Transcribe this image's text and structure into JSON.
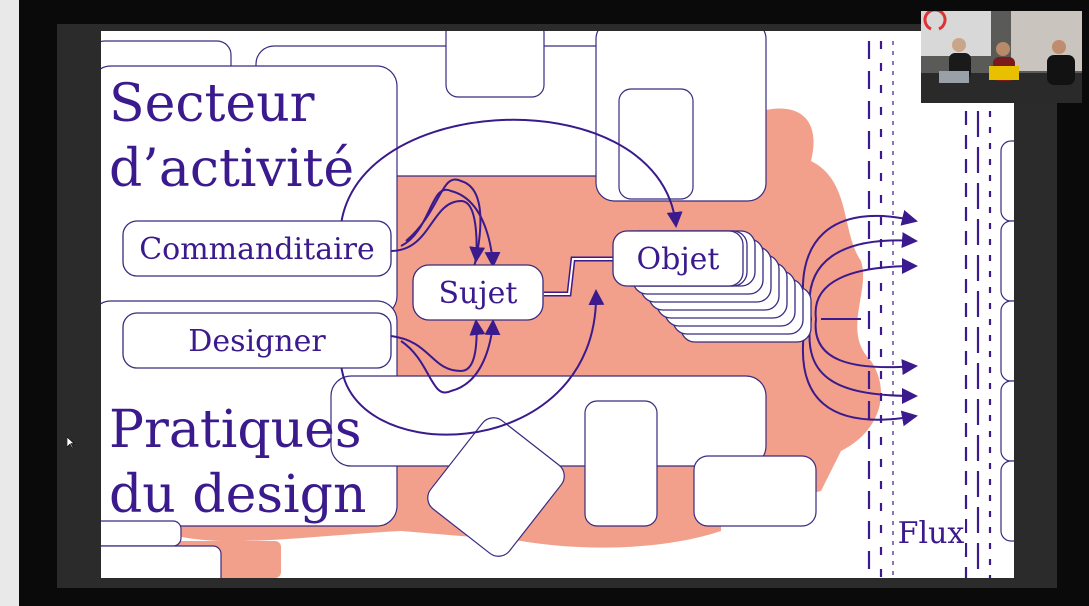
{
  "slide": {
    "heading_top": [
      "Secteur",
      "d’activité"
    ],
    "heading_bottom": [
      "Pratiques",
      "du design"
    ],
    "labels": {
      "commanditaire": "Commanditaire",
      "designer": "Designer",
      "sujet": "Sujet",
      "objet": "Objet",
      "flux": "Flux"
    }
  },
  "colors": {
    "ink": "#3a1a8c",
    "salmon": "#f2a08c",
    "outline": "#3a2a80",
    "slide_bg": "#ffffff"
  },
  "icons": [
    "mouse-cursor-icon"
  ],
  "webcam": {
    "participants": 3
  }
}
